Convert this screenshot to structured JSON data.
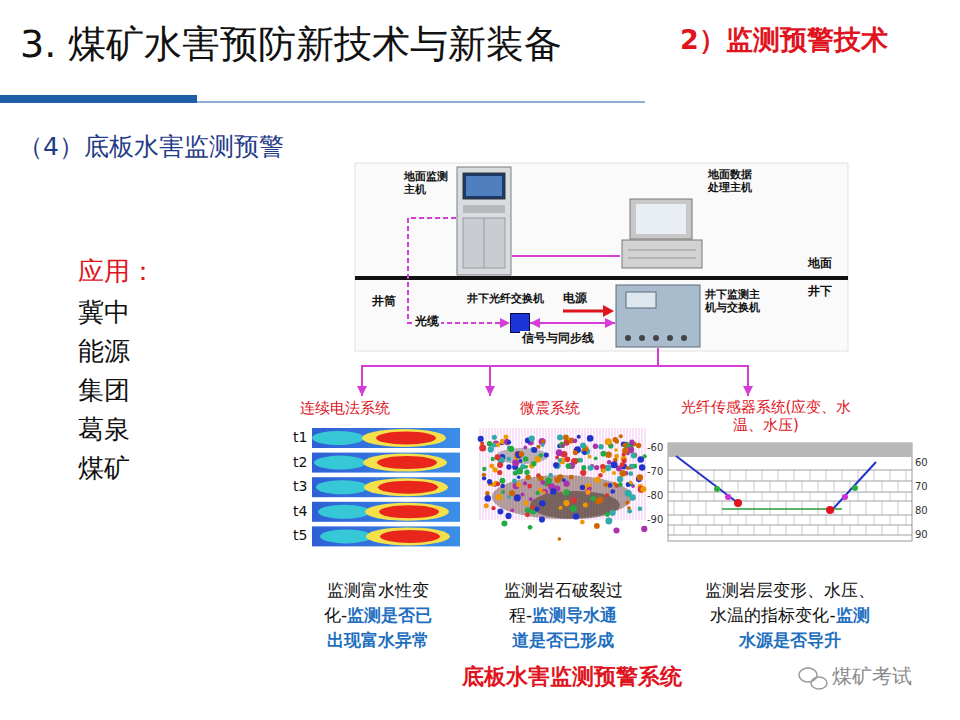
{
  "diagram": {
    "title": "3. 煤矿水害预防新技术与新装备",
    "caption": "底板水害监测预警系统",
    "nodes": [
      {
        "text": [
          "地面监测主机"
        ]
      },
      {
        "text": [
          "地面数据处理主机"
        ]
      },
      {
        "text": [
          "井下光纤交换机"
        ]
      },
      {
        "text": [
          "井下监测主机与交换机"
        ]
      },
      {
        "text": [
          "连续电法系统",
          "监测富水性变化-",
          "监测是否已出现富水异常"
        ]
      },
      {
        "text": [
          "微震系统",
          "监测岩石破裂过程-",
          "监测导水通道是否已形成"
        ]
      },
      {
        "text": [
          "光纤传感器系统(应变、水温、水压)",
          "监测岩层变形、水压、水温的指标变化-",
          "监测水源是否导升"
        ]
      }
    ],
    "edges": [
      {
        "from": 0,
        "to": 1,
        "arrow": "none"
      },
      {
        "from": 0,
        "to": 2,
        "label": "光缆",
        "arrow": "to"
      },
      {
        "from": 2,
        "to": 3,
        "label": "信号与同步线",
        "arrow": "both"
      },
      {
        "from": 3,
        "to": 4,
        "arrow": "to"
      },
      {
        "from": 3,
        "to": 5,
        "arrow": "to"
      },
      {
        "from": 3,
        "to": 6,
        "arrow": "to"
      }
    ],
    "labels": [
      "2）监测预警技术",
      "（4）底板水害监测预警",
      "应用：",
      "冀中能源集团葛泉煤矿",
      "地面",
      "井下",
      "井筒",
      "电源",
      "t1",
      "t2",
      "t3",
      "t4",
      "t5",
      "-60",
      "-70",
      "-80",
      "-90",
      "60",
      "70",
      "80",
      "90",
      "煤矿考试"
    ]
  }
}
